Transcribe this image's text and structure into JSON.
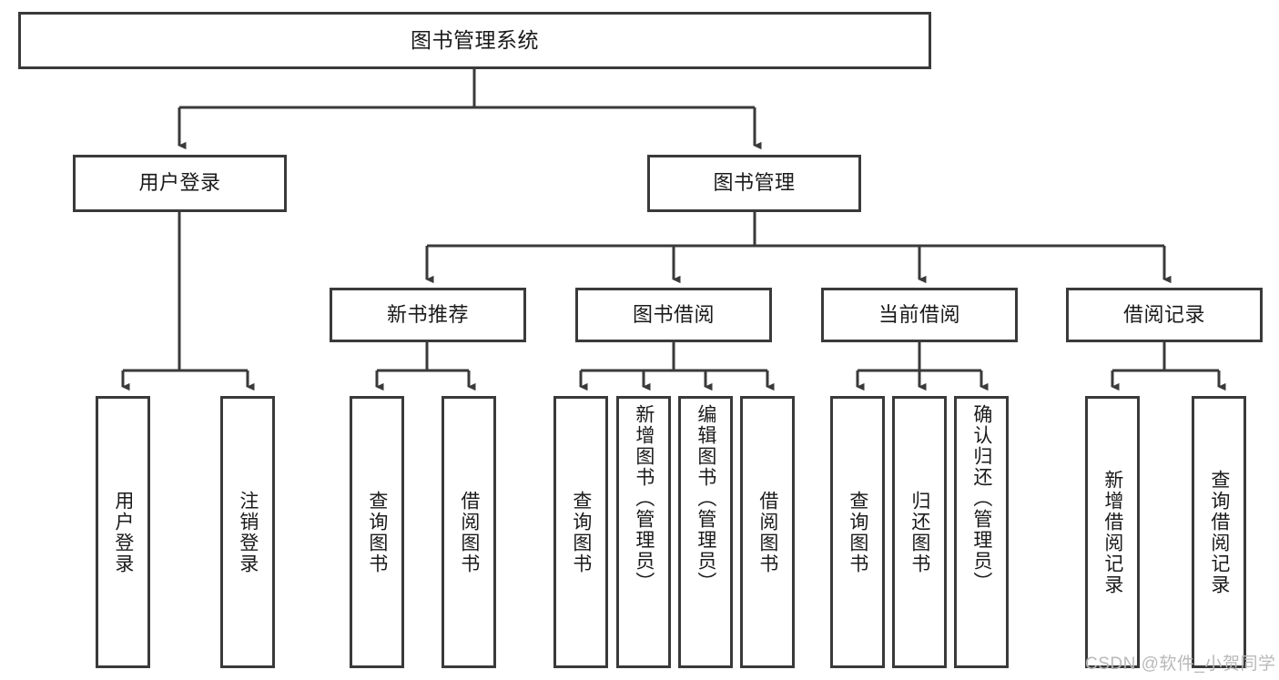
{
  "diagram": {
    "type": "tree-hierarchy",
    "title": "图书管理系统",
    "root": {
      "id": "root",
      "label": "图书管理系统"
    },
    "level2": [
      {
        "id": "user-login",
        "label": "用户登录"
      },
      {
        "id": "book-management",
        "label": "图书管理"
      }
    ],
    "level3": [
      {
        "id": "new-book-recommend",
        "label": "新书推荐",
        "parent": "book-management"
      },
      {
        "id": "book-borrow",
        "label": "图书借阅",
        "parent": "book-management"
      },
      {
        "id": "current-borrow",
        "label": "当前借阅",
        "parent": "book-management"
      },
      {
        "id": "borrow-record",
        "label": "借阅记录",
        "parent": "book-management"
      }
    ],
    "leaves": [
      {
        "id": "leaf-user-login",
        "label": "用户登录",
        "parent": "user-login"
      },
      {
        "id": "leaf-logout-login",
        "label": "注销登录",
        "parent": "user-login"
      },
      {
        "id": "leaf-query-book-1",
        "label": "查询图书",
        "parent": "new-book-recommend"
      },
      {
        "id": "leaf-borrow-book-1",
        "label": "借阅图书",
        "parent": "new-book-recommend"
      },
      {
        "id": "leaf-query-book-2",
        "label": "查询图书",
        "parent": "book-borrow"
      },
      {
        "id": "leaf-add-book",
        "label": "新增图书（管理员）",
        "parent": "book-borrow"
      },
      {
        "id": "leaf-edit-book",
        "label": "编辑图书（管理员）",
        "parent": "book-borrow"
      },
      {
        "id": "leaf-borrow-book-2",
        "label": "借阅图书",
        "parent": "book-borrow"
      },
      {
        "id": "leaf-query-book-3",
        "label": "查询图书",
        "parent": "current-borrow"
      },
      {
        "id": "leaf-return-book",
        "label": "归还图书",
        "parent": "current-borrow"
      },
      {
        "id": "leaf-confirm-return",
        "label": "确认归还（管理员）",
        "parent": "current-borrow"
      },
      {
        "id": "leaf-add-record",
        "label": "新增借阅记录",
        "parent": "borrow-record"
      },
      {
        "id": "leaf-query-record",
        "label": "查询借阅记录",
        "parent": "borrow-record"
      }
    ],
    "colors": {
      "border": "#3a3a3a",
      "background": "#ffffff",
      "text": "#1a1a1a",
      "connector": "#3a3a3a",
      "watermark": "#b9b9b9"
    }
  },
  "watermark": {
    "text": "CSDN @软件_小贺同学"
  }
}
